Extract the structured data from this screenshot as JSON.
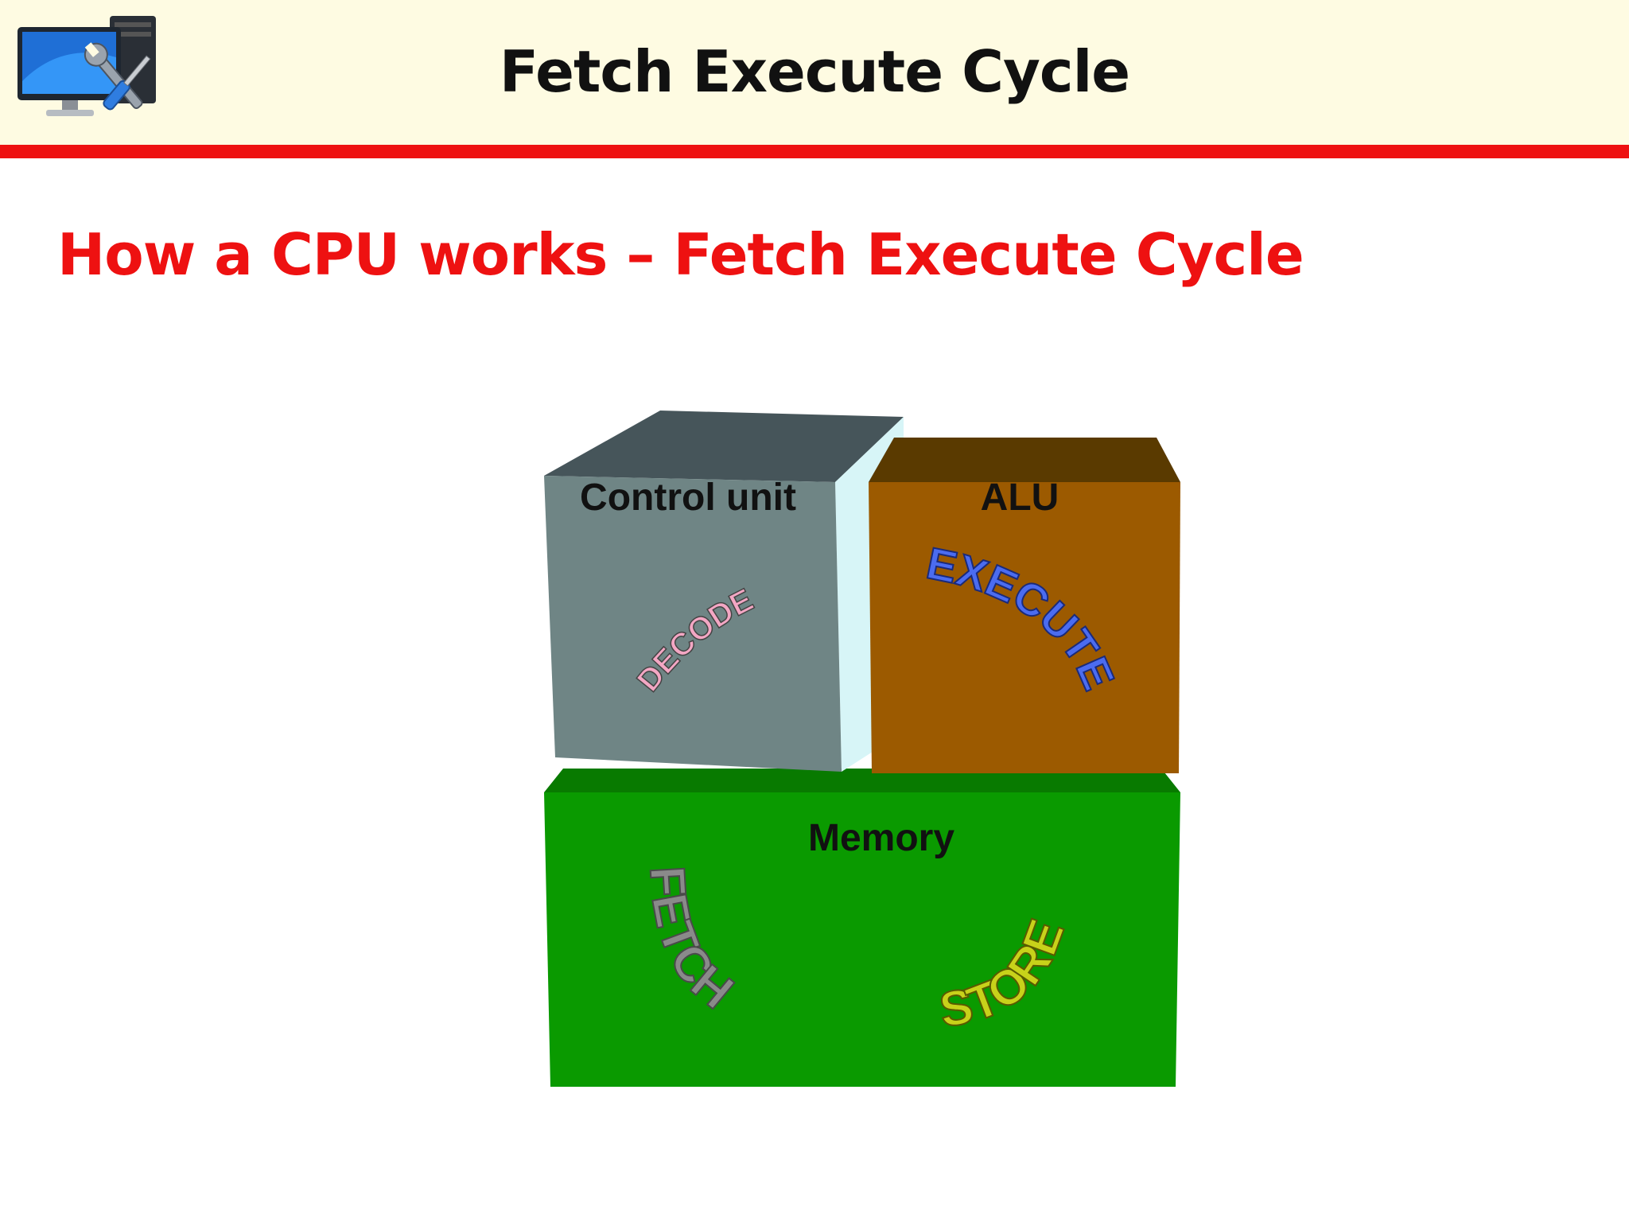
{
  "slide": {
    "title": "Fetch Execute Cycle",
    "subtitle": "How a CPU works – Fetch Execute Cycle",
    "logo_icon": "computer-with-tools-icon"
  },
  "diagram": {
    "control_unit": {
      "label": "Control unit",
      "word": "DECODE",
      "color": "#6f8585"
    },
    "alu": {
      "label": "ALU",
      "word": "EXECUTE",
      "color": "#9c5a00"
    },
    "memory": {
      "label": "Memory",
      "words": {
        "fetch": "FETCH",
        "store": "STORE"
      },
      "color": "#0a9a00"
    },
    "word_colors": {
      "decode": "#f3a7c4",
      "execute": "#4b6cf0",
      "fetch": "#8a8a8a",
      "store": "#c8d21a"
    }
  }
}
